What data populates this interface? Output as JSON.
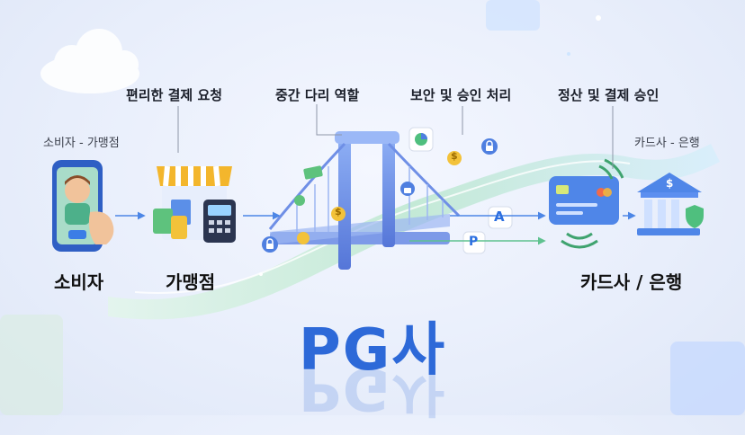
{
  "title": "PG사",
  "nodes": {
    "consumer": {
      "label": "소비자",
      "caption": "소비자 - 가맹점"
    },
    "merchant": {
      "label": "가맹점",
      "caption": "편리한 결제 요청"
    },
    "bridge": {
      "caption": "중간 다리 역할"
    },
    "security": {
      "caption": "보안 및 승인 처리"
    },
    "settlement": {
      "caption": "정산 및 결제 승인"
    },
    "card_bank": {
      "label": "카드사 / 은행",
      "caption": "카드사 - 은행"
    }
  },
  "icons": {
    "coin_symbol": "$",
    "badge_a": "A",
    "badge_p": "P"
  },
  "colors": {
    "title": "#2d69d8",
    "bridge": "#6f8fe6",
    "path": "#bfe8d2",
    "arrow": "#4c86e6"
  }
}
